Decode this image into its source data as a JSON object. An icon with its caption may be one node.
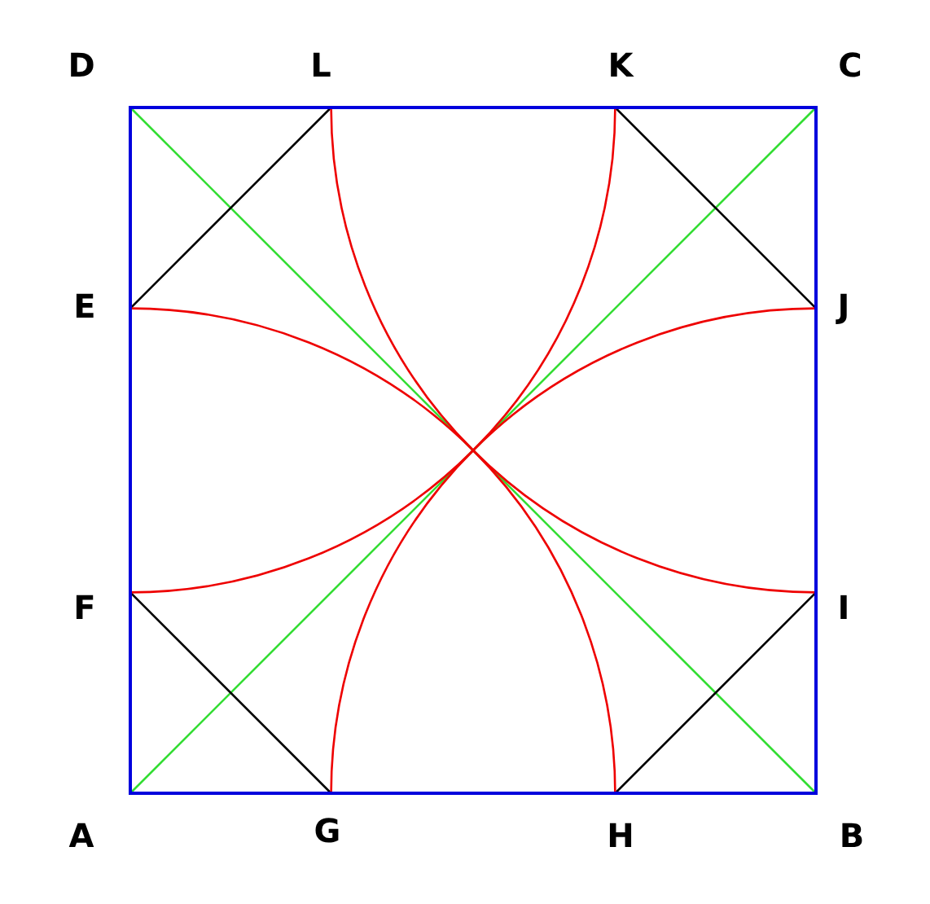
{
  "diagram": {
    "labels": [
      "D",
      "L",
      "K",
      "C",
      "E",
      "J",
      "F",
      "I",
      "A",
      "G",
      "H",
      "B"
    ]
  }
}
